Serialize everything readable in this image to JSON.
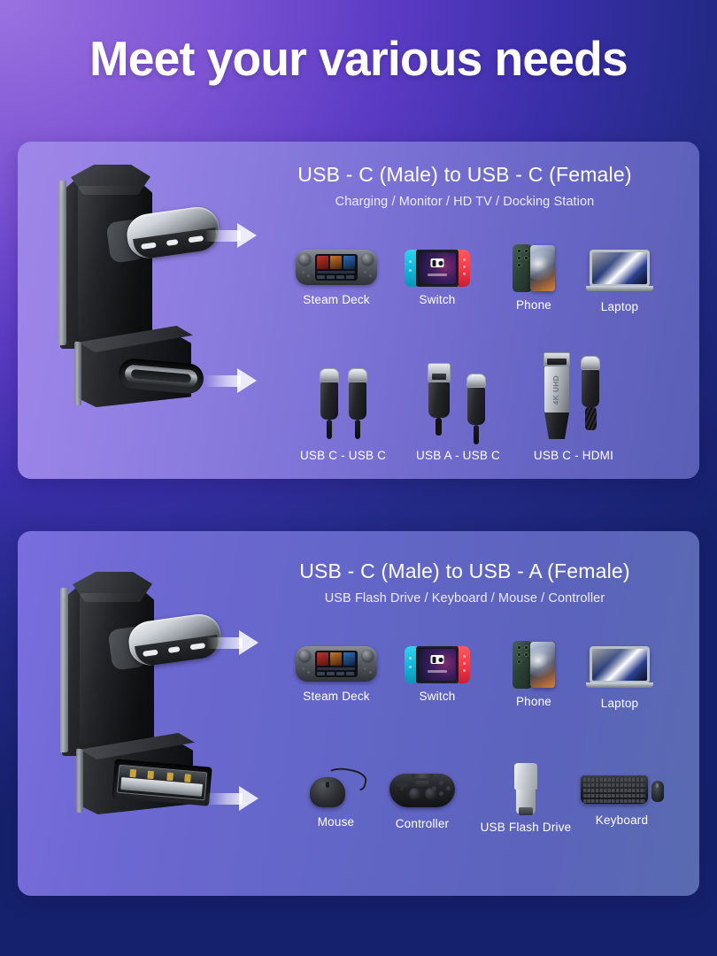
{
  "header": {
    "title": "Meet your various needs"
  },
  "panels": [
    {
      "id": "usb-c-to-usb-c",
      "title": "USB - C (Male) to USB - C (Female)",
      "subtitle": "Charging / Monitor / HD TV / Docking Station",
      "adapter": {
        "name": "usb-c-male-to-usb-c-female-adapter",
        "plug_type": "USB-C male",
        "port_type": "USB-C female"
      },
      "devices": [
        {
          "label": "Steam Deck",
          "icon": "steam-deck-icon"
        },
        {
          "label": "Switch",
          "icon": "nintendo-switch-icon"
        },
        {
          "label": "Phone",
          "icon": "smartphone-icon"
        },
        {
          "label": "Laptop",
          "icon": "laptop-icon"
        }
      ],
      "cables": [
        {
          "label": "USB C - USB C",
          "icon": "usb-c-to-usb-c-cable-icon"
        },
        {
          "label": "USB A - USB C",
          "icon": "usb-a-to-usb-c-cable-icon"
        },
        {
          "label": "USB C - HDMI",
          "icon": "usb-c-to-hdmi-cable-icon",
          "badge": "4K UHD"
        }
      ]
    },
    {
      "id": "usb-c-to-usb-a",
      "title": "USB - C (Male) to USB - A (Female)",
      "subtitle": "USB Flash Drive / Keyboard / Mouse / Controller",
      "adapter": {
        "name": "usb-c-male-to-usb-a-female-adapter",
        "plug_type": "USB-C male",
        "port_type": "USB-A female"
      },
      "devices": [
        {
          "label": "Steam Deck",
          "icon": "steam-deck-icon"
        },
        {
          "label": "Switch",
          "icon": "nintendo-switch-icon"
        },
        {
          "label": "Phone",
          "icon": "smartphone-icon"
        },
        {
          "label": "Laptop",
          "icon": "laptop-icon"
        }
      ],
      "peripherals": [
        {
          "label": "Mouse",
          "icon": "mouse-icon"
        },
        {
          "label": "Controller",
          "icon": "game-controller-icon"
        },
        {
          "label": "USB Flash Drive",
          "icon": "usb-flash-drive-icon"
        },
        {
          "label": "Keyboard",
          "icon": "keyboard-icon"
        }
      ]
    }
  ],
  "colors": {
    "background_start": "#9b72e0",
    "background_end": "#16216d",
    "panel_1_start": "#9f86e8",
    "panel_1_end": "#5a5fb5",
    "panel_2_start": "#7a6ede",
    "panel_2_end": "#5a6bb0",
    "text": "#ffffff",
    "subtitle": "#eceafd",
    "arrow": "#ffffff",
    "switch_left_joycon": "#12b8dd",
    "switch_right_joycon": "#f23b49"
  }
}
